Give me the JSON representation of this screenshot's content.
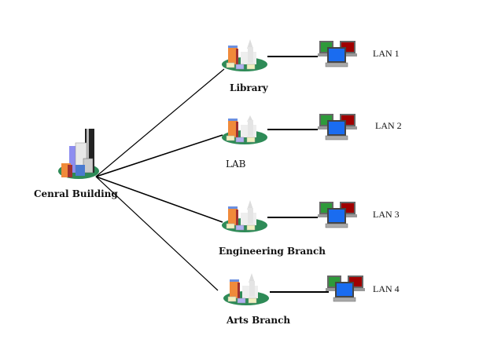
{
  "diagram": {
    "central": {
      "label": "Cenral Building",
      "icon": "skyscraper-campus-icon"
    },
    "branches": [
      {
        "label": "Library",
        "lan": "LAN 1"
      },
      {
        "label": "LAB",
        "lan": "LAN 2"
      },
      {
        "label": "Engineering Branch",
        "lan": "LAN 3"
      },
      {
        "label": "Arts Branch",
        "lan": "LAN 4"
      }
    ],
    "colors": {
      "link": "#000000",
      "ground": "#2e8b57",
      "orange_building": "#f08a3a",
      "monitor_green": "#2e9a3a",
      "monitor_red": "#a00000",
      "monitor_blue": "#1a6cf0"
    }
  }
}
